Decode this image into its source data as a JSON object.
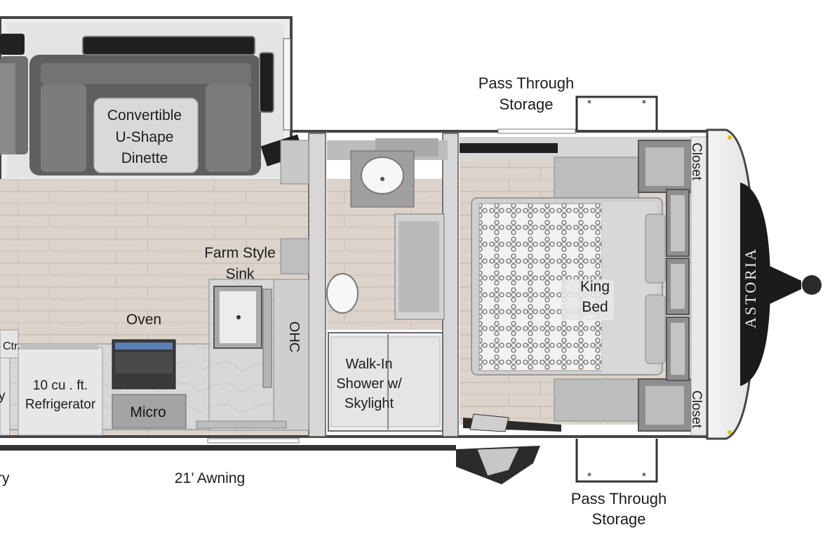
{
  "floorplan": {
    "brand": "ASTORIA",
    "labels": {
      "pass_through_top": [
        "Pass Through",
        "Storage"
      ],
      "pass_through_bottom": [
        "Pass Through",
        "Storage"
      ],
      "dinette": [
        "Convertible",
        "U-Shape",
        "Dinette"
      ],
      "sink": [
        "Farm Style",
        "Sink"
      ],
      "oven": "Oven",
      "ohc": "OHC",
      "refrigerator": [
        "10 cu . ft.",
        "Refrigerator"
      ],
      "micro": "Micro",
      "ctr": "Ctr.",
      "edge_left": "y",
      "edge_bottom_left": "ry",
      "awning": "21’ Awning",
      "shower": [
        "Walk-In",
        "Shower w/",
        "Skylight"
      ],
      "king_bed": [
        "King",
        "Bed"
      ],
      "closet_top": "Closet",
      "closet_bottom": "Closet"
    }
  }
}
